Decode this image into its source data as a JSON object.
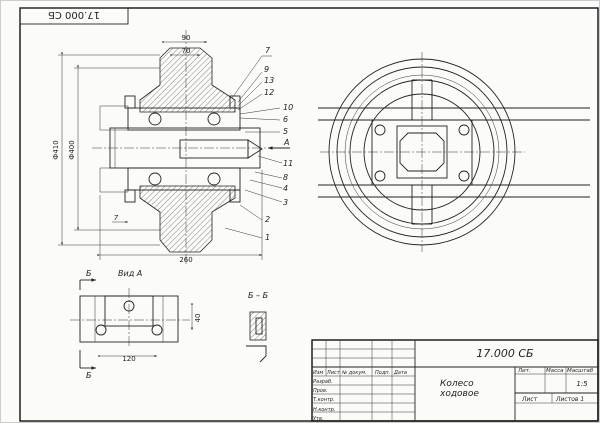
{
  "stamp_corner": "17.000 СБ",
  "dimensions": {
    "d90": "90",
    "d70": "70",
    "d410": "Ф410",
    "d400": "Ф400",
    "d260": "260",
    "d7": "7",
    "d40": "40",
    "d120": "120"
  },
  "leaders": [
    "7",
    "9",
    "13",
    "12",
    "10",
    "6",
    "5",
    "11",
    "8",
    "4",
    "3",
    "2",
    "1"
  ],
  "arrow_label": "A",
  "view_a_label": "Вид А",
  "section_mark": "Б",
  "section_label": "Б – Б",
  "title_block": {
    "designation": "17.000 СБ",
    "headers": [
      "Изм",
      "Лист",
      "№ докум.",
      "Подп.",
      "Дата"
    ],
    "roles": [
      "Разраб.",
      "Пров.",
      "Т.контр.",
      "Н.контр.",
      "Утв."
    ],
    "name_line1": "Колесо",
    "name_line2": "ходовое",
    "lit": "Лит.",
    "mass": "Масса",
    "scale_h": "Масштаб",
    "scale": "1:5",
    "sheet": "Лист",
    "sheets": "Листов 1"
  }
}
